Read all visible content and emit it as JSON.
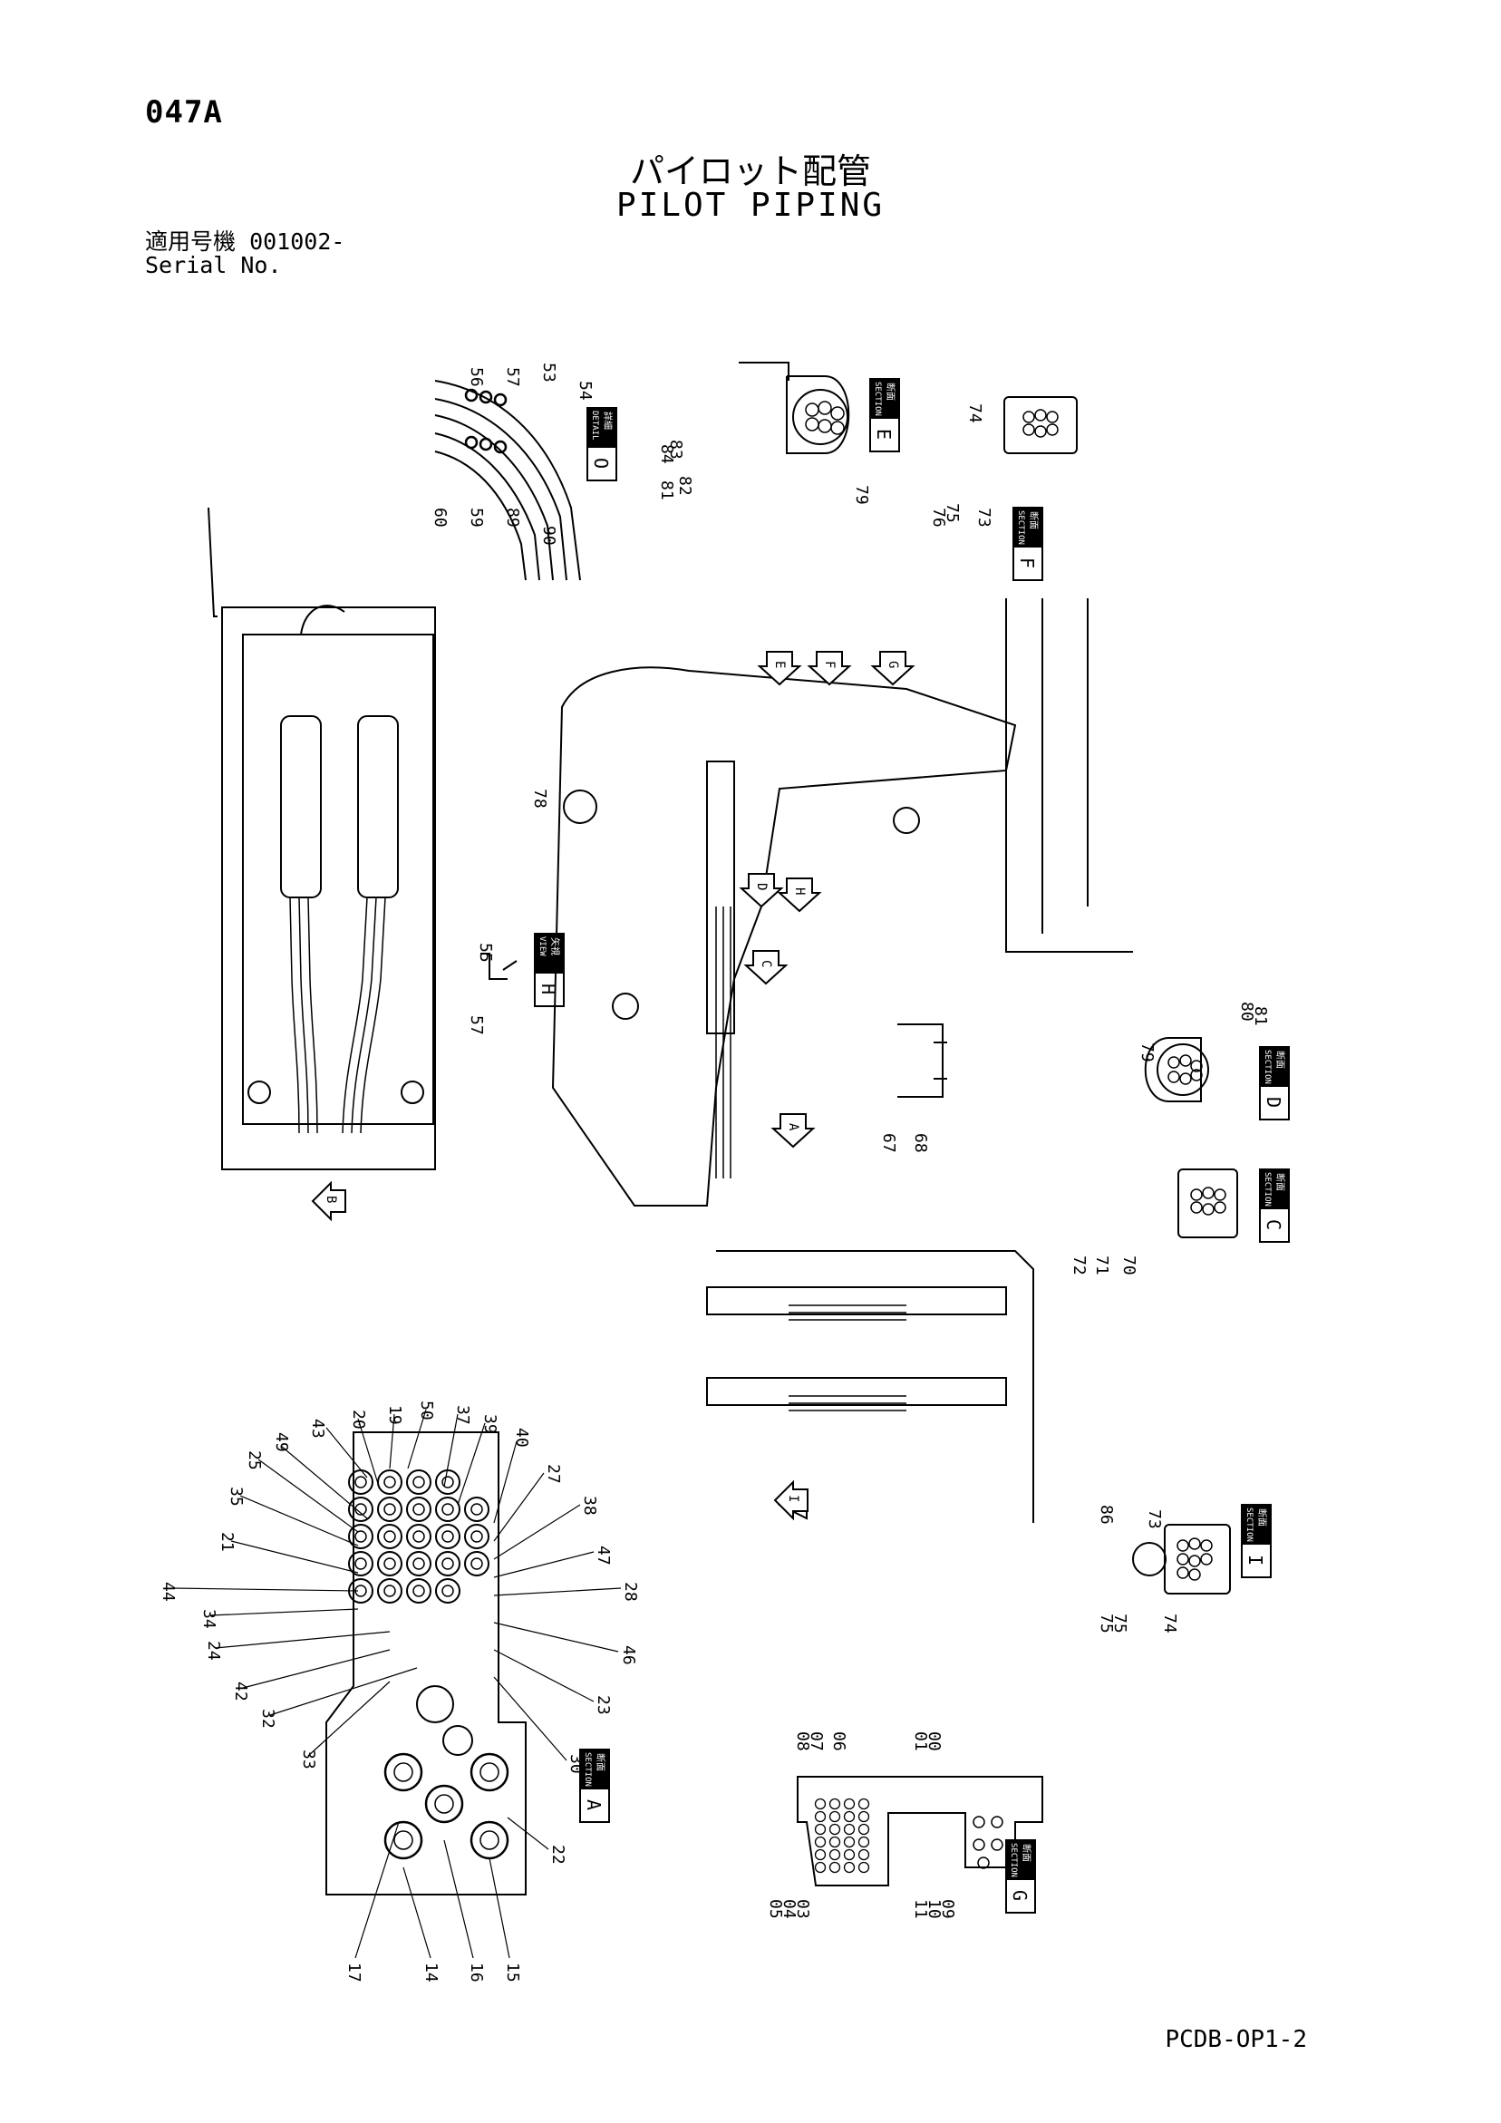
{
  "header": {
    "page_code": "047A",
    "title_jp": "パイロット配管",
    "title_en": "PILOT PIPING",
    "serial_jp_label": "適用号機",
    "serial_value": "001002-",
    "serial_en_label": "Serial No."
  },
  "footer": {
    "doc_code": "PCDB-OP1-2"
  },
  "section_tags": {
    "A": {
      "jp": "断面",
      "en": "SECTION",
      "letter": "A"
    },
    "C": {
      "jp": "断面",
      "en": "SECTION",
      "letter": "C"
    },
    "D": {
      "jp": "断面",
      "en": "SECTION",
      "letter": "D"
    },
    "E": {
      "jp": "断面",
      "en": "SECTION",
      "letter": "E"
    },
    "F": {
      "jp": "断面",
      "en": "SECTION",
      "letter": "F"
    },
    "G": {
      "jp": "断面",
      "en": "SECTION",
      "letter": "G"
    },
    "H": {
      "jp": "矢視",
      "en": "VIEW",
      "letter": "H"
    },
    "I": {
      "jp": "断面",
      "en": "SECTION",
      "letter": "I"
    },
    "O": {
      "jp": "詳細",
      "en": "DETAIL",
      "letter": "O"
    }
  },
  "view_arrows": {
    "A": "A",
    "B": "B",
    "C": "C",
    "D": "D",
    "E": "E",
    "F": "F",
    "G": "G",
    "H": "H",
    "I": "I"
  },
  "callouts": {
    "detail_o": [
      "56",
      "57",
      "53",
      "54",
      "60",
      "59",
      "89",
      "90"
    ],
    "section_e": [
      "84",
      "83",
      "81",
      "82",
      "79"
    ],
    "section_f": [
      "74",
      "76",
      "75",
      "73"
    ],
    "view_h": [
      "55",
      "57"
    ],
    "boom": [
      "78"
    ],
    "section_d": [
      "79",
      "80",
      "81"
    ],
    "bracket": [
      "67",
      "68"
    ],
    "section_c": [
      "72",
      "71",
      "70"
    ],
    "section_i": [
      "86",
      "73",
      "75",
      "75",
      "74"
    ],
    "section_g": [
      "08",
      "07",
      "06",
      "01",
      "00",
      "05",
      "04",
      "03",
      "11",
      "10",
      "09"
    ],
    "section_a": [
      "43",
      "20",
      "19",
      "50",
      "37",
      "39",
      "49",
      "40",
      "27",
      "25",
      "38",
      "35",
      "47",
      "21",
      "28",
      "44",
      "34",
      "46",
      "24",
      "42",
      "23",
      "32",
      "33",
      "30",
      "22",
      "17",
      "14",
      "16",
      "15"
    ]
  }
}
